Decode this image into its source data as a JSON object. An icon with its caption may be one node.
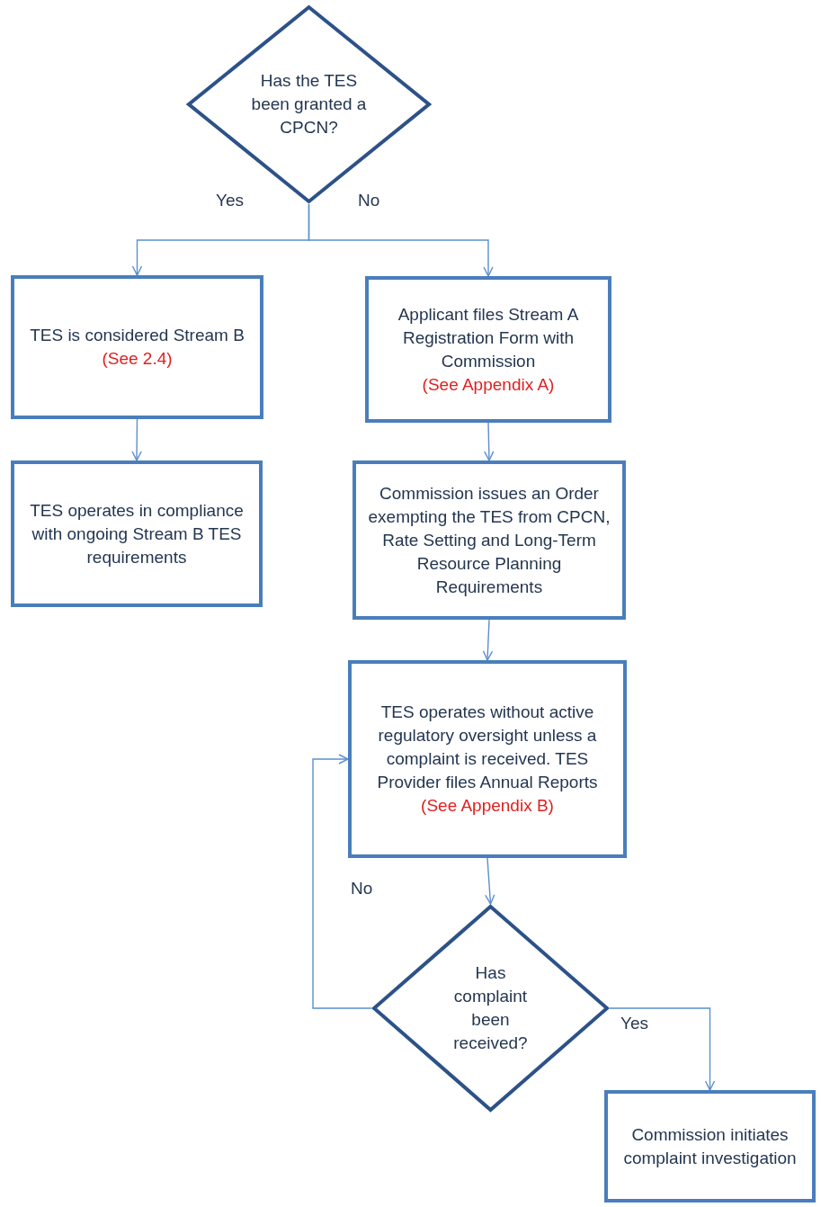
{
  "diagram": {
    "nodes": [
      {
        "text": [
          "Has the TES been granted a CPCN?"
        ]
      },
      {
        "text": [
          "TES is considered Stream B",
          "(See 2.4)"
        ]
      },
      {
        "text": [
          "TES operates in compliance with ongoing Stream B TES requirements"
        ]
      },
      {
        "text": [
          "Applicant files Stream A Registration Form with Commission",
          "(See Appendix A)"
        ]
      },
      {
        "text": [
          "Commission issues an Order exempting the TES from CPCN, Rate Setting and Long-Term Resource Planning Requirements"
        ]
      },
      {
        "text": [
          "TES operates without active regulatory oversight unless a complaint is received. TES Provider files Annual Reports",
          "(See Appendix B)"
        ]
      },
      {
        "text": [
          "Has complaint been received?"
        ]
      },
      {
        "text": [
          "Commission initiates complaint investigation"
        ]
      }
    ],
    "edges": [
      {
        "from": 0,
        "to": 1,
        "arrow": "to",
        "label": "Yes"
      },
      {
        "from": 0,
        "to": 3,
        "arrow": "to",
        "label": "No"
      },
      {
        "from": 1,
        "to": 2,
        "arrow": "to"
      },
      {
        "from": 3,
        "to": 4,
        "arrow": "to"
      },
      {
        "from": 4,
        "to": 5,
        "arrow": "to"
      },
      {
        "from": 5,
        "to": 6,
        "arrow": "to"
      },
      {
        "from": 6,
        "to": 5,
        "arrow": "to",
        "label": "No"
      },
      {
        "from": 6,
        "to": 7,
        "arrow": "to",
        "label": "Yes"
      }
    ]
  }
}
